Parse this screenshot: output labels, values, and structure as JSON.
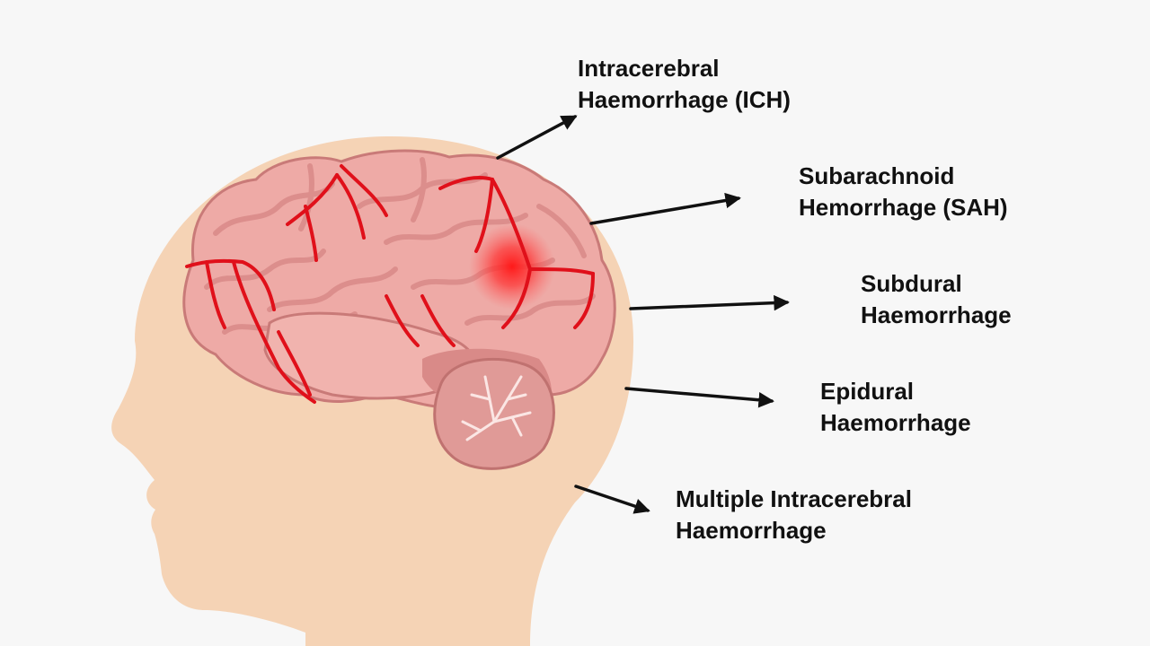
{
  "labels": {
    "ich": {
      "line1": "Intracerebral",
      "line2": "Haemorrhage (ICH)"
    },
    "sah": {
      "line1": "Subarachnoid",
      "line2": "Hemorrhage (SAH)"
    },
    "subdural": {
      "line1": "Subdural",
      "line2": "Haemorrhage"
    },
    "epidural": {
      "line1": "Epidural",
      "line2": "Haemorrhage"
    },
    "multiple_ich": {
      "line1": "Multiple Intracerebral",
      "line2": "Haemorrhage"
    }
  },
  "colors": {
    "background": "#f7f7f7",
    "skin": "#f5d3b5",
    "brain": "#eeaaa6",
    "brain_fold": "#d98a88",
    "cerebellum": "#d8807e",
    "vessel": "#e0101a",
    "bleed": "#ff2020",
    "arrow": "#111111"
  },
  "icons": {
    "head": "head-profile-icon",
    "brain": "brain-icon",
    "arrow": "arrow-right-icon"
  }
}
